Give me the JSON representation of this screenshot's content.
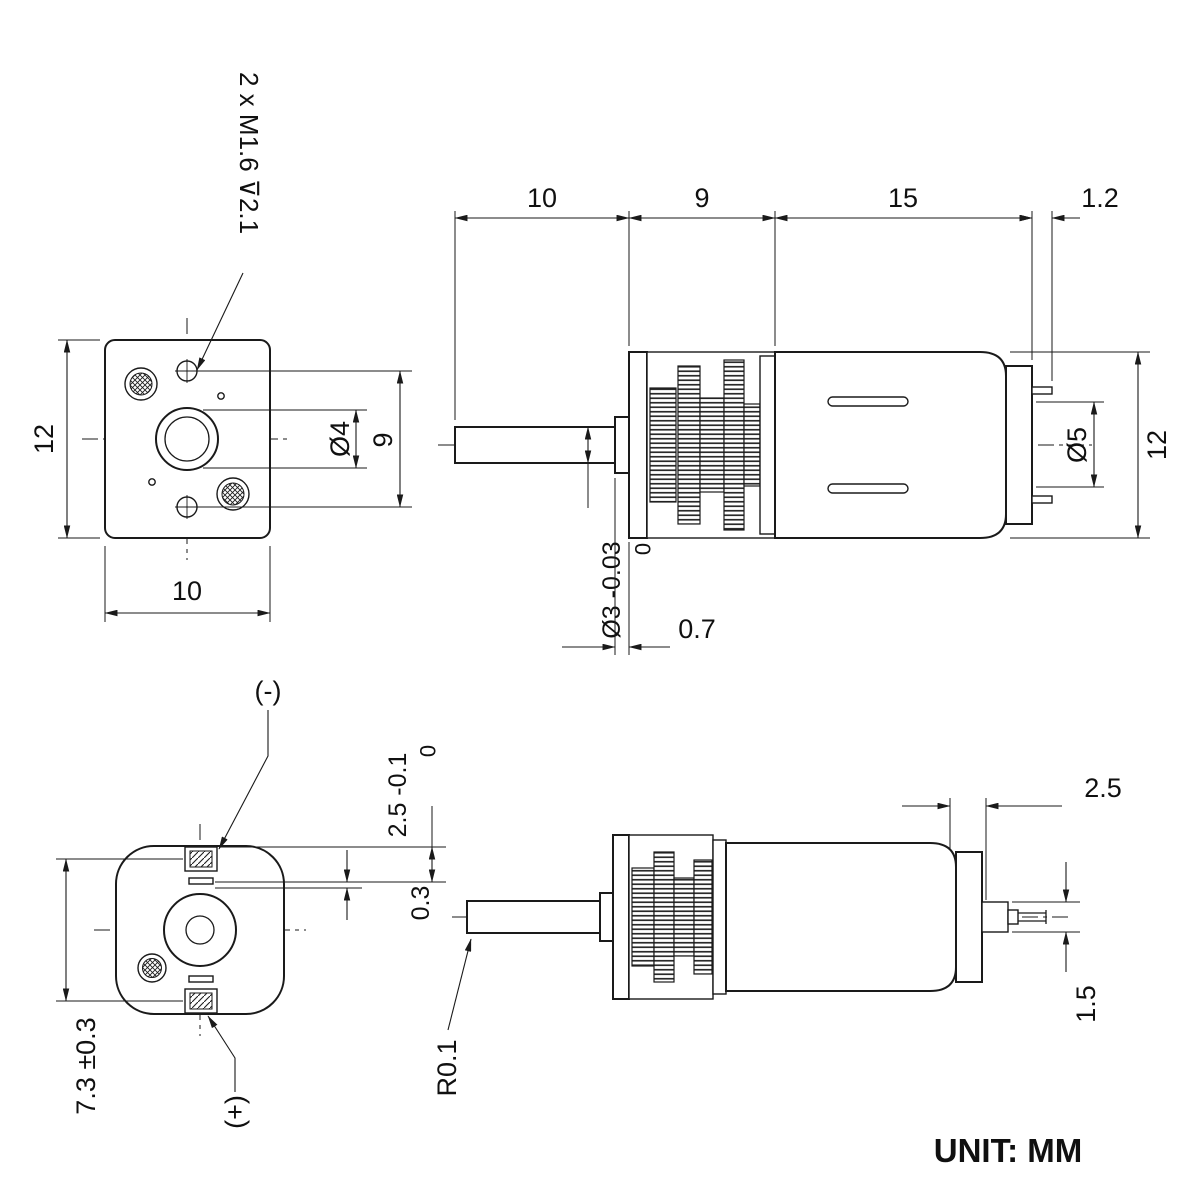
{
  "front_view": {
    "thread_callout": "2 x M1.6 ⊽2.1",
    "height": "12",
    "width": "10",
    "bore_diameter": "Ø4",
    "hole_spacing": "9"
  },
  "side_view_top": {
    "shaft_length": "10",
    "gearbox_length": "9",
    "motor_length": "15",
    "terminal_length": "1.2",
    "shaft_diameter": "Ø3 -0.03",
    "shaft_diameter_upper_tol": "0",
    "pinion_boss_width": "0.7",
    "end_boss_diameter": "Ø5",
    "body_diameter": "12"
  },
  "rear_view": {
    "negative_label": "(-)",
    "positive_label": "(+)",
    "terminal_spacing": "7.3 ±0.3",
    "slot_width": "2.5 -0.1",
    "slot_width_upper_tol": "0",
    "slot_depth": "0.3"
  },
  "side_view_bottom": {
    "terminal_setback": "2.5",
    "terminal_height": "1.5",
    "shaft_fillet": "R0.1"
  },
  "footer": {
    "unit_label": "UNIT: MM",
    "unit_color": "#15153f"
  }
}
